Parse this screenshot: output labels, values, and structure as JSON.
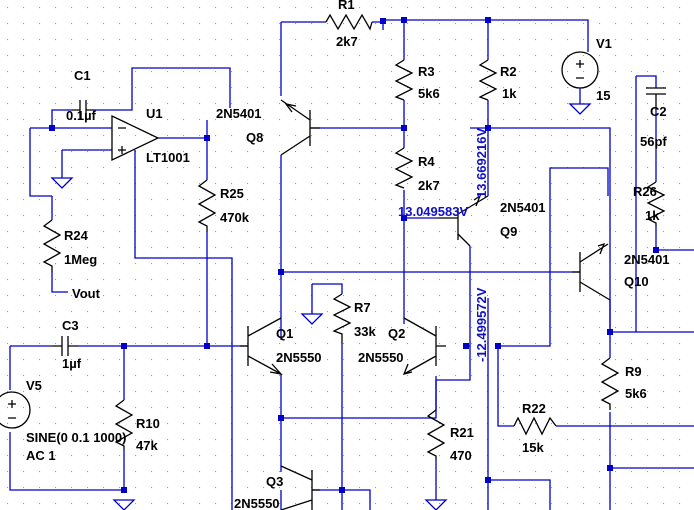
{
  "schematic": {
    "components": {
      "R1": {
        "ref": "R1",
        "value": "2k7"
      },
      "R2": {
        "ref": "R2",
        "value": "1k"
      },
      "R3": {
        "ref": "R3",
        "value": "5k6"
      },
      "R4": {
        "ref": "R4",
        "value": "2k7"
      },
      "R7": {
        "ref": "R7",
        "value": "33k"
      },
      "R9": {
        "ref": "R9",
        "value": "5k6"
      },
      "R10": {
        "ref": "R10",
        "value": "47k"
      },
      "R21": {
        "ref": "R21",
        "value": "470"
      },
      "R22": {
        "ref": "R22",
        "value": "15k"
      },
      "R24": {
        "ref": "R24",
        "value": "1Meg"
      },
      "R25": {
        "ref": "R25",
        "value": "470k"
      },
      "R26": {
        "ref": "R26",
        "value": "1k"
      },
      "C1": {
        "ref": "C1",
        "value": "0.1µf"
      },
      "C2": {
        "ref": "C2",
        "value": "56pf"
      },
      "C3": {
        "ref": "C3",
        "value": "1µf"
      },
      "V1": {
        "ref": "V1",
        "value": "15"
      },
      "V5": {
        "ref": "V5",
        "value": "SINE(0 0.1 1000)",
        "value2": "AC 1"
      },
      "U1": {
        "ref": "U1",
        "value": "LT1001"
      },
      "Q1": {
        "ref": "Q1",
        "value": "2N5550"
      },
      "Q2": {
        "ref": "Q2",
        "value": "2N5550"
      },
      "Q3": {
        "ref": "Q3",
        "value": "2N5550"
      },
      "Q8": {
        "ref": "Q8",
        "value": "2N5401"
      },
      "Q9": {
        "ref": "Q9",
        "value": "2N5401"
      },
      "Q10": {
        "ref": "Q10",
        "value": "2N5401"
      }
    },
    "net_labels": {
      "vout": "Vout"
    },
    "voltage_probes": {
      "v1": "13.669216V",
      "v2": "13.049583V",
      "v3": "-12.499572V"
    },
    "colors": {
      "wire": "#0000c8",
      "component": "#000000",
      "probe": "#1010cc",
      "grid_dot": "#9a9a9a"
    }
  }
}
